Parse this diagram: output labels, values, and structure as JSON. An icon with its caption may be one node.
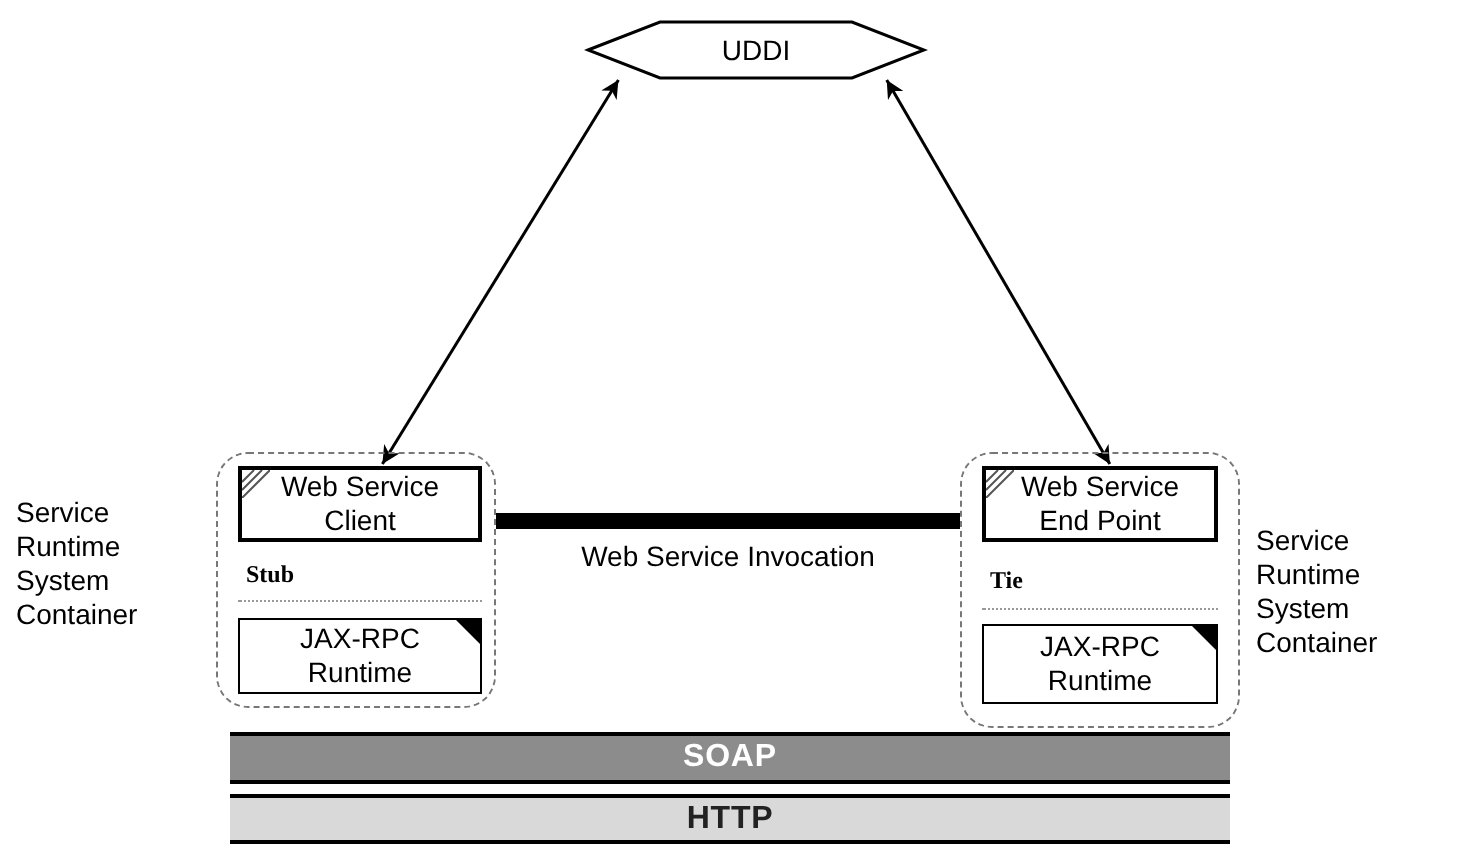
{
  "diagram": {
    "nodes": [
      {
        "text": [
          "UDDI"
        ]
      },
      {
        "text": [],
        "shape": "box",
        "beside": [
          "Service Runtime System Container"
        ]
      },
      {
        "text": [
          "Web Service Client"
        ],
        "in": 1
      },
      {
        "text": [
          "Stub"
        ],
        "in": 1
      },
      {
        "text": [
          "JAX-RPC Runtime"
        ],
        "in": 1
      },
      {
        "text": [],
        "shape": "box",
        "beside": [
          "Service Runtime System Container"
        ]
      },
      {
        "text": [
          "Web Service End Point"
        ],
        "in": 5
      },
      {
        "text": [
          "Tie"
        ],
        "in": 5
      },
      {
        "text": [
          "JAX-RPC Runtime"
        ],
        "in": 5
      },
      {
        "text": [
          "SOAP"
        ]
      },
      {
        "text": [
          "HTTP"
        ]
      }
    ],
    "edges": [
      {
        "from": 0,
        "to": 2,
        "arrow": "both"
      },
      {
        "from": 0,
        "to": 6,
        "arrow": "both"
      },
      {
        "from": 1,
        "to": 5,
        "arrow": "none",
        "style": "thick",
        "label": "Web Service Invocation"
      }
    ]
  }
}
